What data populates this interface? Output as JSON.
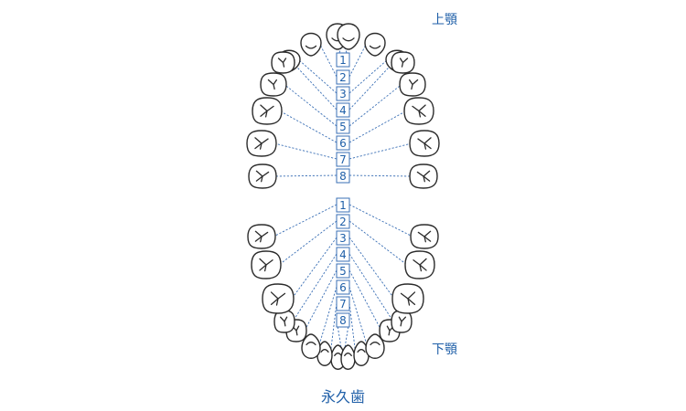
{
  "labels": {
    "upper_jaw": "上顎",
    "lower_jaw": "下顎",
    "caption": "永久歯"
  },
  "tooth_numbers": {
    "upper": [
      "1",
      "2",
      "3",
      "4",
      "5",
      "6",
      "7",
      "8"
    ],
    "lower": [
      "8",
      "7",
      "6",
      "5",
      "4",
      "3",
      "2",
      "1"
    ]
  },
  "colors": {
    "accent": "#1f5fa8",
    "outline": "#2b2b2b"
  }
}
